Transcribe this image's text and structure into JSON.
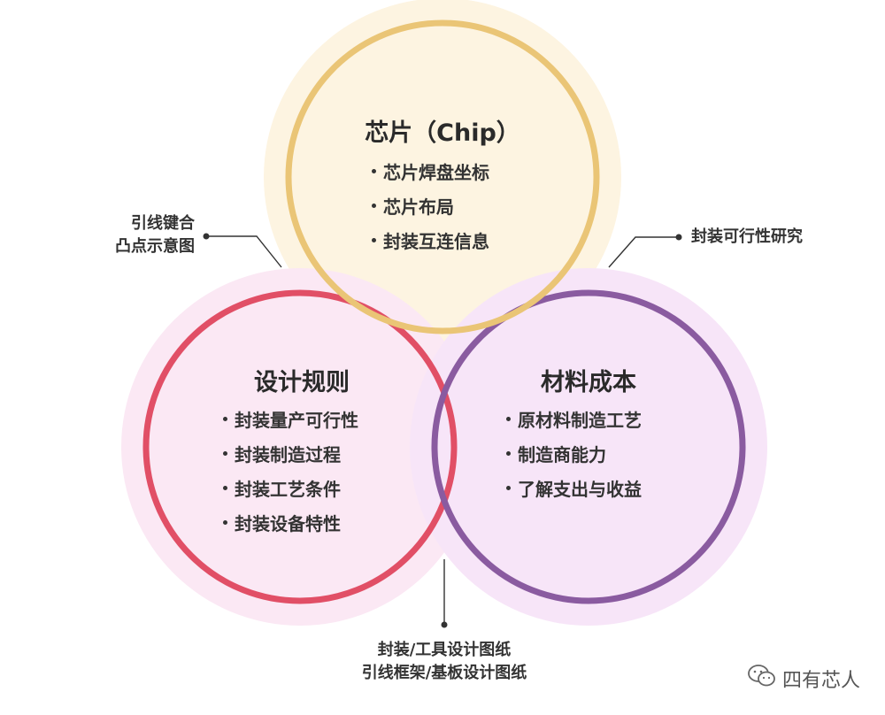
{
  "circles": {
    "chip": {
      "title": "芯片（Chip）",
      "items": [
        "芯片焊盘坐标",
        "芯片布局",
        "封装互连信息"
      ]
    },
    "design": {
      "title": "设计规则",
      "items": [
        "封装量产可行性",
        "封装制造过程",
        "封装工艺条件",
        "封装设备特性"
      ]
    },
    "material": {
      "title": "材料成本",
      "items": [
        "原材料制造工艺",
        "制造商能力",
        "了解支出与收益"
      ]
    }
  },
  "callouts": {
    "left": [
      "引线键合",
      "凸点示意图"
    ],
    "right": [
      "封装可行性研究"
    ],
    "bottom": [
      "封装/工具设计图纸",
      "引线框架/基板设计图纸"
    ]
  },
  "watermark": {
    "text": "四有芯人",
    "icon": "wechat-icon"
  },
  "colors": {
    "chip_ring": "#EAC576",
    "chip_fill": "#FDF4E1",
    "design_ring": "#E14F66",
    "design_fill": "#FBE8F4",
    "material_ring": "#8A5BA0",
    "material_fill": "#F7E5F8",
    "leader_line": "#333333"
  }
}
